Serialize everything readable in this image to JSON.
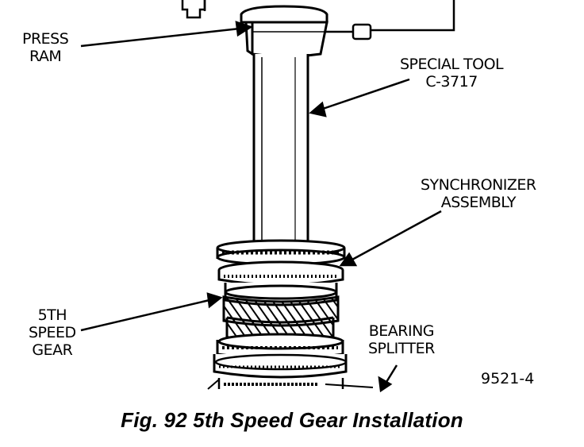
{
  "labels": {
    "press_ram": [
      "PRESS",
      "RAM"
    ],
    "special_tool": [
      "SPECIAL TOOL",
      "C-3717"
    ],
    "synchronizer": [
      "SYNCHRONIZER",
      "ASSEMBLY"
    ],
    "fifth_gear": [
      "5TH",
      "SPEED",
      "GEAR"
    ],
    "bearing_splitter": [
      "BEARING",
      "SPLITTER"
    ]
  },
  "figure_number": "9521-4",
  "caption": "Fig. 92 5th Speed Gear Installation"
}
